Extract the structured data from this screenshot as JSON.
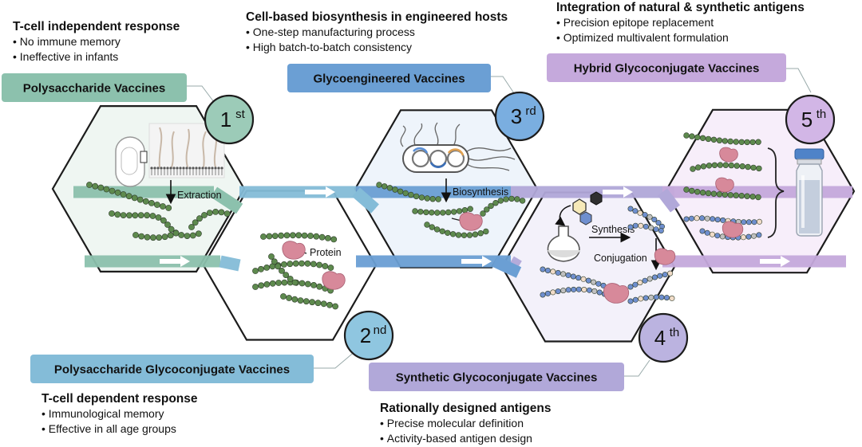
{
  "generations": [
    {
      "label": "Polysaccharide Vaccines",
      "badge_num": "1",
      "badge_sup": "st",
      "color": "#8cc1ad",
      "badge_fill": "#9ccbb8",
      "fill": "#eff6f2",
      "heading": "T-cell independent response",
      "bullets": [
        "No immune memory",
        "Ineffective in infants"
      ],
      "step": "Extraction"
    },
    {
      "label": "Polysaccharide Glycoconjugate Vaccines",
      "badge_num": "2",
      "badge_sup": "nd",
      "color": "#84bcd8",
      "badge_fill": "#8fc6e0",
      "fill": "#ffffff",
      "heading": "T-cell dependent response",
      "bullets": [
        "Immunological memory",
        "Effective in all age groups"
      ],
      "step": "Protein"
    },
    {
      "label": "Glycoengineered Vaccines",
      "badge_num": "3",
      "badge_sup": "rd",
      "color": "#6b9fd4",
      "badge_fill": "#7aaee0",
      "fill": "#eef4fb",
      "heading": "Cell-based biosynthesis in engineered hosts",
      "bullets": [
        "One-step manufacturing process",
        "High batch-to-batch consistency"
      ],
      "step": "Biosynthesis"
    },
    {
      "label": "Synthetic Glycoconjugate Vaccines",
      "badge_num": "4",
      "badge_sup": "th",
      "color": "#b1a8d9",
      "badge_fill": "#bbb3e0",
      "fill": "#f3f1fa",
      "heading": "Rationally designed antigens",
      "bullets": [
        "Precise molecular definition",
        "Activity-based antigen design"
      ],
      "steps": [
        "Synthesis",
        "Conjugation"
      ]
    },
    {
      "label": "Hybrid Glycoconjugate Vaccines",
      "badge_num": "5",
      "badge_sup": "th",
      "color": "#c5a9dc",
      "badge_fill": "#d2b6e6",
      "fill": "#f7eefa",
      "heading": "Integration of natural & synthetic antigens",
      "bullets": [
        "Precision epitope replacement",
        "Optimized multivalent formulation"
      ]
    }
  ],
  "palette": {
    "chain_green": "#5e8a4e",
    "chain_blue": "#6f8fcf",
    "chain_pale": "#f1dcc8",
    "protein": "#d7899a",
    "outline": "#222222"
  }
}
